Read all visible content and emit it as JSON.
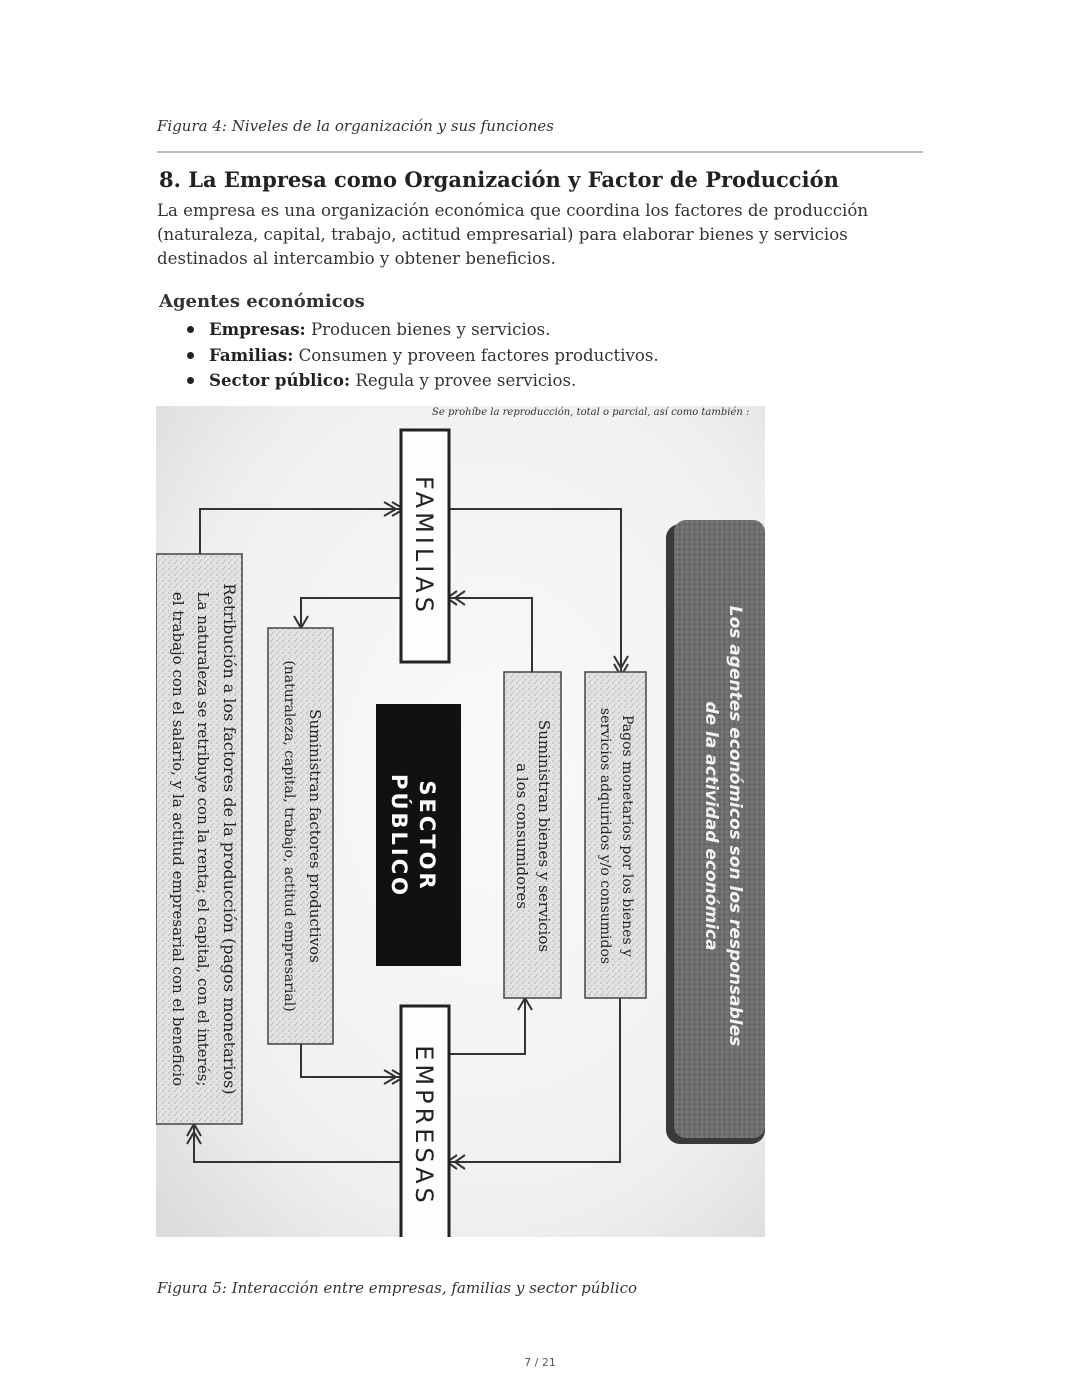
{
  "figure4_caption": "Figura 4: Niveles de la organización y sus funciones",
  "section": {
    "title": "8. La Empresa como Organización y Factor de Producción",
    "paragraph": "La empresa es una organización económica que coordina los factores de producción (naturaleza, capital, trabajo, actitud empresarial) para elaborar bienes y servicios destinados al intercambio y obtener beneficios."
  },
  "agents": {
    "heading": "Agentes económicos",
    "items": [
      {
        "term": "Empresas:",
        "desc": " Producen bienes y servicios."
      },
      {
        "term": "Familias:",
        "desc": " Consumen y proveen factores productivos."
      },
      {
        "term": "Sector público:",
        "desc": " Regula y provee servicios."
      }
    ]
  },
  "diagram": {
    "top_note": "Se prohíbe la reproducción, total o parcial, así como también :",
    "familias": "FAMILIAS",
    "empresas": "EMPRESAS",
    "sector_line1": "SECTOR",
    "sector_line2": "PÚBLICO",
    "box_retribucion_1": "Retribución a los factores de la producción (pagos monetarios)",
    "box_retribucion_2": "La naturaleza se retribuye con la renta; el capital, con el interés;",
    "box_retribucion_3": "el trabajo con el salario, y la actitud empresarial con el beneficio",
    "box_factores_1": "Suministran factores productivos",
    "box_factores_2": "(naturaleza, capital, trabajo, actitud empresarial)",
    "box_bienes_1": "Suministran bienes y servicios",
    "box_bienes_2": "a los consumidores",
    "box_pagos_1": "Pagos monetarios por los bienes y",
    "box_pagos_2": "servicios adquiridos y/o consumidos",
    "side_1": "Los agentes económicos son los responsables",
    "side_2": "de la actividad económica"
  },
  "figure5_caption": "Figura 5: Interacción entre empresas, familias y sector público",
  "page_number": "7 / 21"
}
